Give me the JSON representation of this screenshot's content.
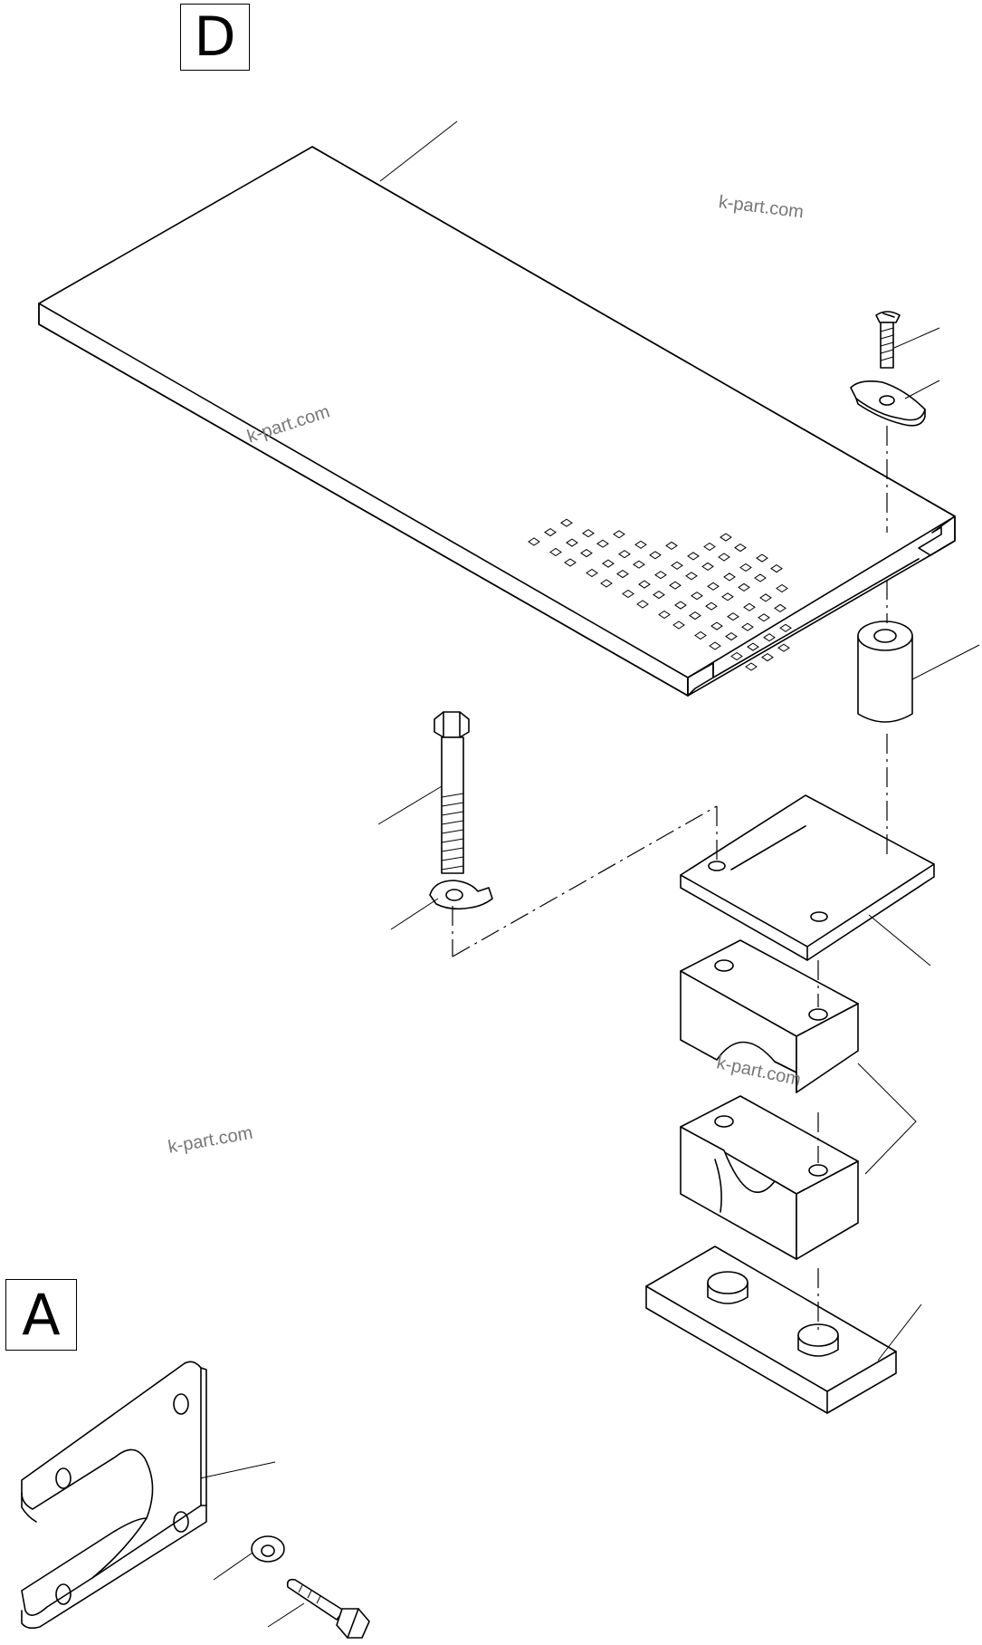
{
  "view_labels": {
    "view_d": "D",
    "view_a": "A"
  },
  "watermarks": [
    "k-part.com",
    "k-part.com",
    "k-part.com",
    "k-part.com"
  ]
}
